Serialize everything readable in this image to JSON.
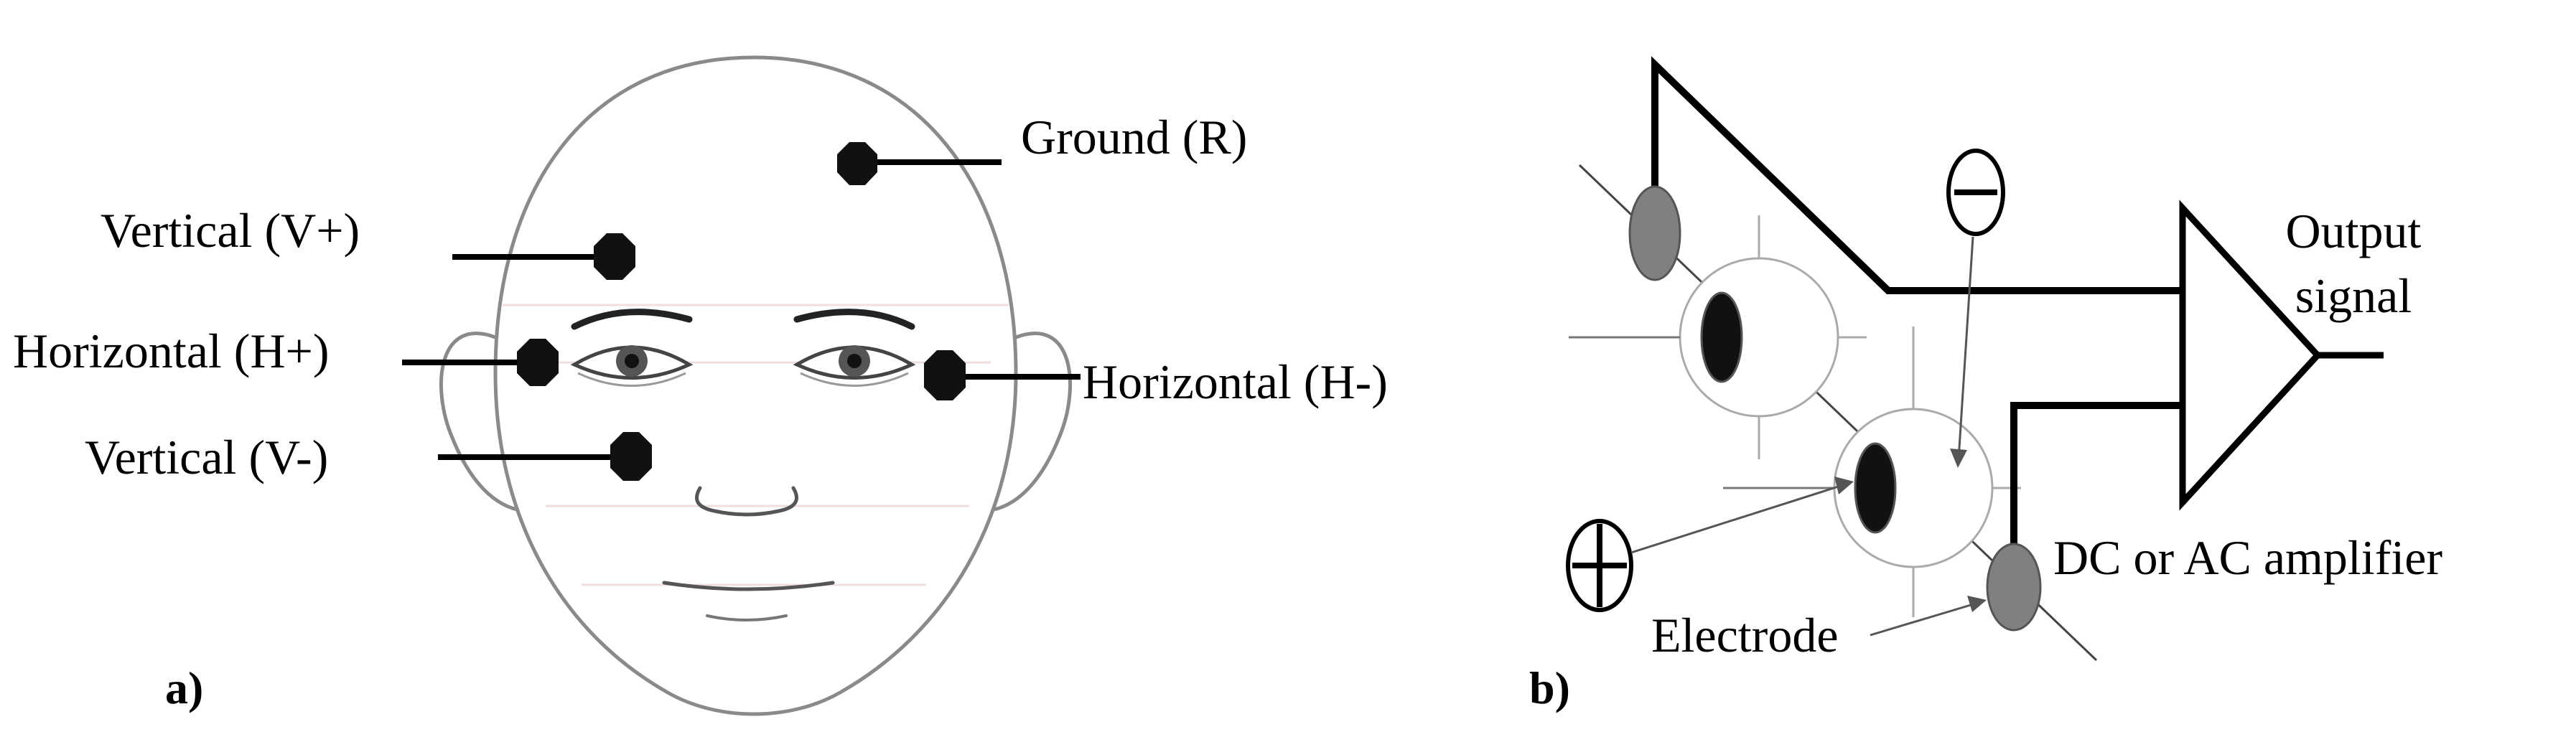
{
  "panel_a": {
    "tag": "a)",
    "labels": {
      "ground": "Ground (R)",
      "vertical_plus": "Vertical (V+)",
      "horizontal_plus": "Horizontal (H+)",
      "horizontal_minus": "Horizontal (H-)",
      "vertical_minus": "Vertical (V-)"
    }
  },
  "panel_b": {
    "tag": "b)",
    "labels": {
      "output_line1": "Output",
      "output_line2": "signal",
      "amplifier": "DC or AC amplifier",
      "electrode": "Electrode"
    }
  },
  "colors": {
    "electrode_black": "#111111",
    "electrode_grey": "#808080",
    "outline": "#8a8a8a"
  }
}
